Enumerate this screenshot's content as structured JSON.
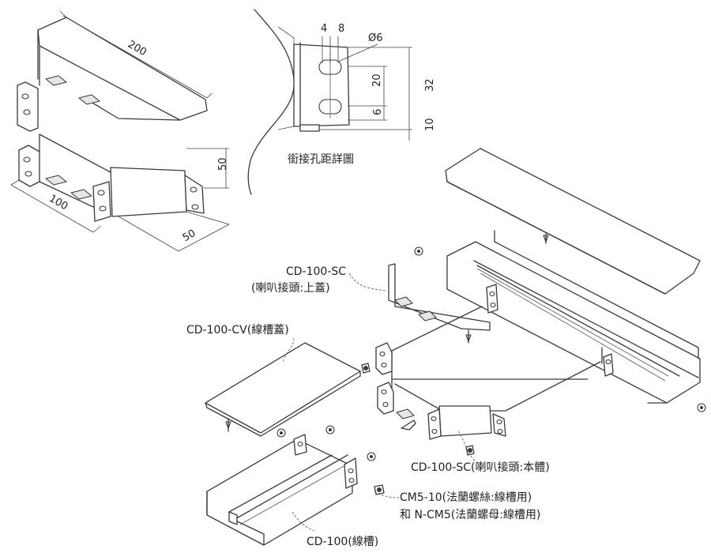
{
  "dimensions": {
    "d200": "200",
    "d100": "100",
    "d50_side": "50",
    "d50_height": "50",
    "d4": "4",
    "d8": "8",
    "dia6": "Ø6",
    "d20": "20",
    "d6": "6",
    "d32": "32",
    "d10": "10"
  },
  "detail_caption": "銜接孔距詳圖",
  "labels": {
    "sc_top_code": "CD-100-SC",
    "sc_top_desc": "(喇叭接頭:上蓋)",
    "cv": "CD-100-CV(線槽蓋)",
    "sc_body": "CD-100-SC(喇叭接頭:本體)",
    "cm5_line1": "CM5-10(法蘭螺絲:線槽用)",
    "cm5_line2": "和 N-CM5(法蘭螺母:線槽用)",
    "cd100": "CD-100(線槽)"
  }
}
